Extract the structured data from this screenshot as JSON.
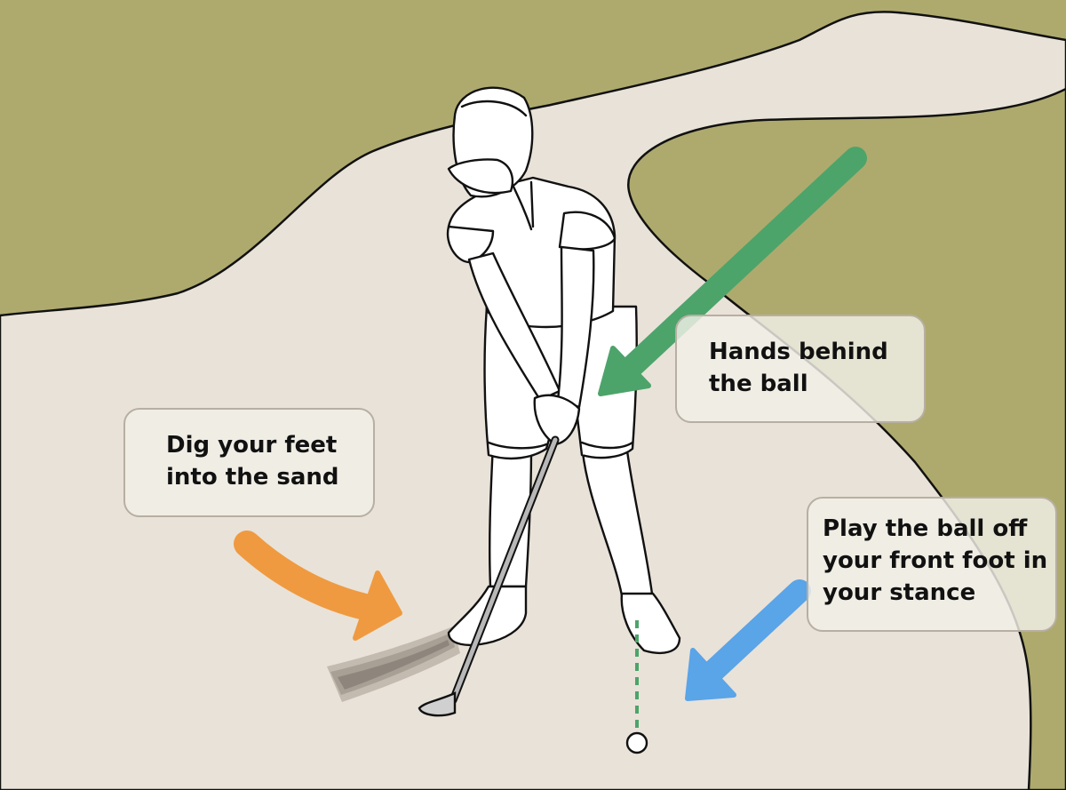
{
  "colors": {
    "grass": "#aeaa6e",
    "sand": "#e9e2d8",
    "outline": "#111111",
    "hands_arrow": "#4ca46a",
    "feet_arrow": "#ef9a40",
    "ball_arrow": "#5aa4e8",
    "ball_line": "#4ca46a"
  },
  "icons": {
    "golfer": "golfer-illustration",
    "hands_arrow": "arrow-down-left-icon",
    "feet_arrow": "curved-arrow-icon",
    "ball_arrow": "arrow-down-left-icon"
  },
  "callouts": {
    "hands": {
      "lines": [
        "Hands behind",
        "the ball"
      ]
    },
    "feet": {
      "lines": [
        "Dig your feet",
        "into the sand"
      ]
    },
    "ball": {
      "lines": [
        "Play the ball off",
        "your front foot in",
        "your stance"
      ]
    }
  }
}
